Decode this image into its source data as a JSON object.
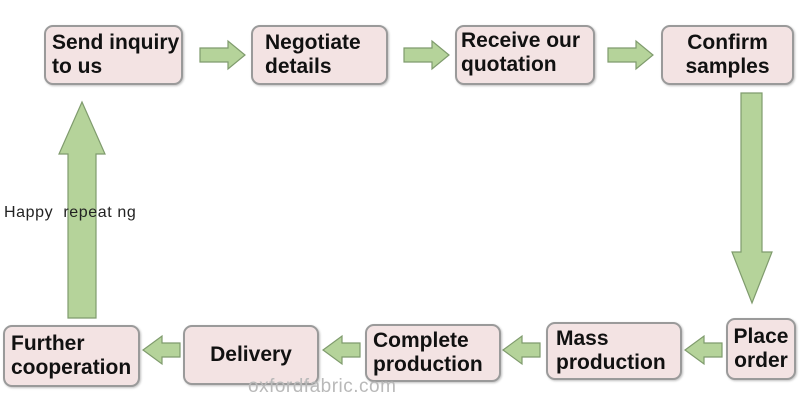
{
  "steps": [
    {
      "label": "Send inquiry\nto us"
    },
    {
      "label": "Negotiate\ndetails"
    },
    {
      "label": "Receive our\nquotation"
    },
    {
      "label": "Confirm\nsamples"
    },
    {
      "label": "Place\norder"
    },
    {
      "label": "Mass\nproduction"
    },
    {
      "label": "Complete\nproduction"
    },
    {
      "label": "Delivery"
    },
    {
      "label": "Further\ncooperation"
    }
  ],
  "side_caption": "Happy  repeat ng",
  "watermark": "oxfordfabric.com",
  "colors": {
    "box_fill": "#f3e3e3",
    "box_border": "#9a9a9a",
    "arrow_fill": "#b5d39a",
    "arrow_stroke": "#7f9b6d"
  }
}
